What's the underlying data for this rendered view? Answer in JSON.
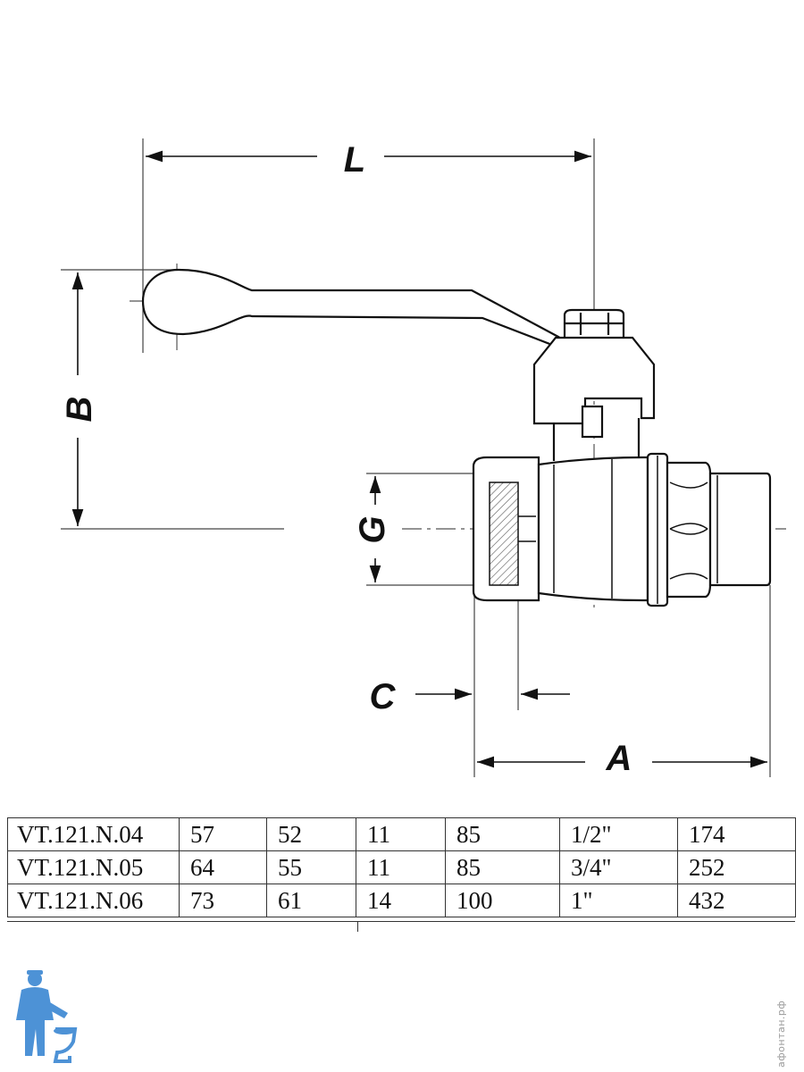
{
  "diagram": {
    "labels": {
      "L": "L",
      "B": "B",
      "G": "G",
      "C": "C",
      "A": "A"
    }
  },
  "table": {
    "rows": [
      [
        "VT.121.N.04",
        "57",
        "52",
        "11",
        "85",
        "1/2\"",
        "174"
      ],
      [
        "VT.121.N.05",
        "64",
        "55",
        "11",
        "85",
        "3/4\"",
        "252"
      ],
      [
        "VT.121.N.06",
        "73",
        "61",
        "14",
        "100",
        "1\"",
        "432"
      ]
    ]
  },
  "watermark": {
    "text": "афонтан.рф"
  },
  "colors": {
    "line": "#111111",
    "logo_blue": "#2f7fd0"
  }
}
